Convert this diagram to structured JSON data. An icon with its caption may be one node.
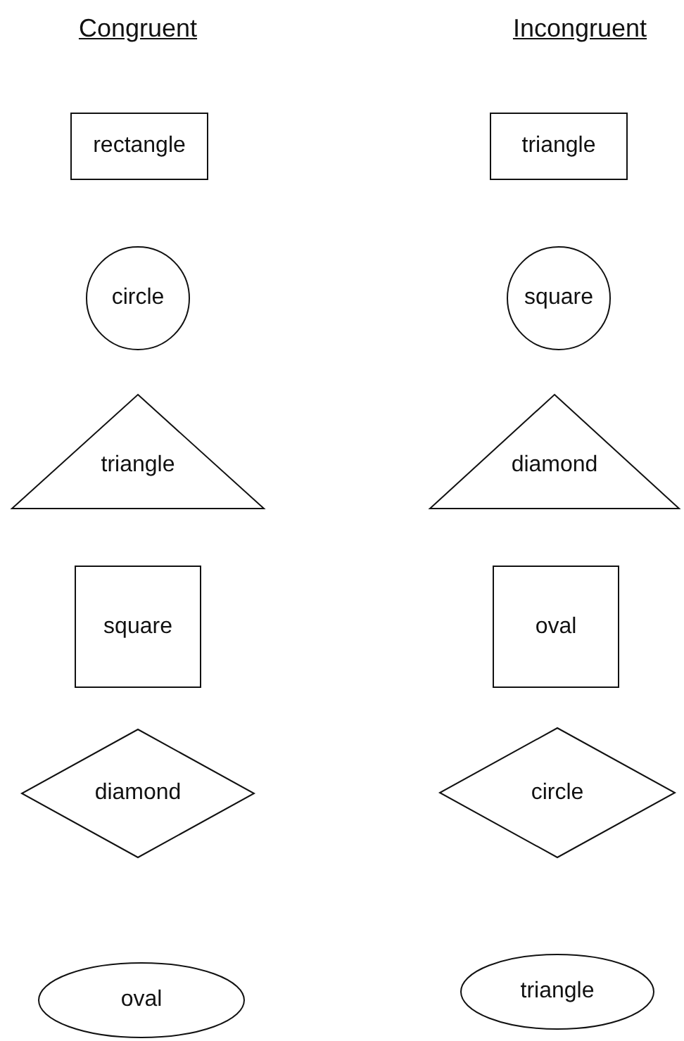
{
  "diagram": {
    "nodes": [
      {
        "text": [
          "rectangle"
        ]
      },
      {
        "text": [
          "circle"
        ]
      },
      {
        "text": [
          "triangle"
        ]
      },
      {
        "text": [
          "square"
        ]
      },
      {
        "text": [
          "diamond"
        ]
      },
      {
        "text": [
          "oval"
        ]
      },
      {
        "text": [
          "triangle"
        ]
      },
      {
        "text": [
          "square"
        ]
      },
      {
        "text": [
          "diamond"
        ]
      },
      {
        "text": [
          "oval"
        ]
      },
      {
        "text": [
          "circle"
        ]
      },
      {
        "text": [
          "triangle"
        ]
      }
    ],
    "labels": [
      "Congruent",
      "Incongruent"
    ]
  }
}
